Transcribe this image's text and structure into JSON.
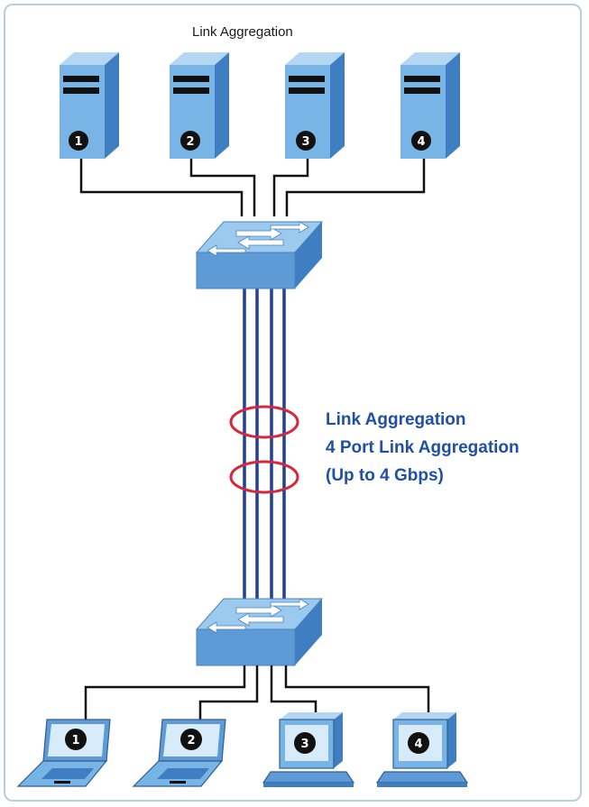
{
  "title": "Link Aggregation",
  "annotation": {
    "line1": "Link Aggregation",
    "line2": "4 Port Link Aggregation",
    "line3": "(Up to 4 Gbps)"
  },
  "servers": [
    {
      "number": "1"
    },
    {
      "number": "2"
    },
    {
      "number": "3"
    },
    {
      "number": "4"
    }
  ],
  "clients": [
    {
      "number": "1",
      "device": "laptop"
    },
    {
      "number": "2",
      "device": "laptop"
    },
    {
      "number": "3",
      "device": "desktop"
    },
    {
      "number": "4",
      "device": "desktop"
    }
  ],
  "colors": {
    "server_front": "#79b4e6",
    "server_side": "#3f7fc1",
    "server_top": "#b4d6f3",
    "switch_top": "#9cc9ee",
    "switch_front": "#5d9ad6",
    "aggregated_link": "#1f3f9c",
    "ring": "#d6283b",
    "cable": "#111111",
    "annotation_text": "#1f4fa6"
  },
  "icons": {
    "server": "server-tower-icon",
    "switch": "network-switch-icon",
    "laptop": "laptop-icon",
    "desktop": "desktop-computer-icon",
    "ring": "aggregation-ring-icon"
  }
}
